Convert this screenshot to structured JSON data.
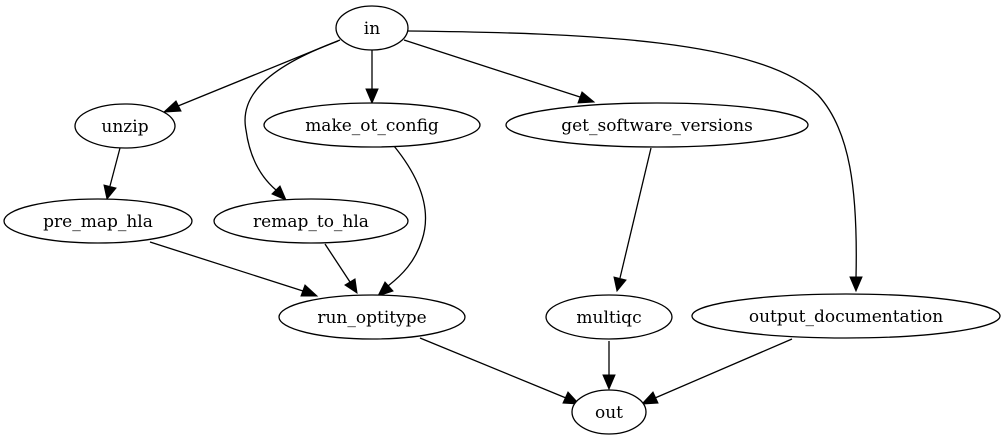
{
  "nodes": {
    "in": "in",
    "unzip": "unzip",
    "make_ot_config": "make_ot_config",
    "get_software_versions": "get_software_versions",
    "pre_map_hla": "pre_map_hla",
    "remap_to_hla": "remap_to_hla",
    "run_optitype": "run_optitype",
    "multiqc": "multiqc",
    "output_documentation": "output_documentation",
    "out": "out"
  },
  "edges": [
    {
      "from": "in",
      "to": "unzip"
    },
    {
      "from": "in",
      "to": "make_ot_config"
    },
    {
      "from": "in",
      "to": "get_software_versions"
    },
    {
      "from": "in",
      "to": "remap_to_hla"
    },
    {
      "from": "in",
      "to": "output_documentation"
    },
    {
      "from": "unzip",
      "to": "pre_map_hla"
    },
    {
      "from": "make_ot_config",
      "to": "run_optitype"
    },
    {
      "from": "get_software_versions",
      "to": "multiqc"
    },
    {
      "from": "pre_map_hla",
      "to": "run_optitype"
    },
    {
      "from": "remap_to_hla",
      "to": "run_optitype"
    },
    {
      "from": "run_optitype",
      "to": "out"
    },
    {
      "from": "multiqc",
      "to": "out"
    },
    {
      "from": "output_documentation",
      "to": "out"
    }
  ]
}
